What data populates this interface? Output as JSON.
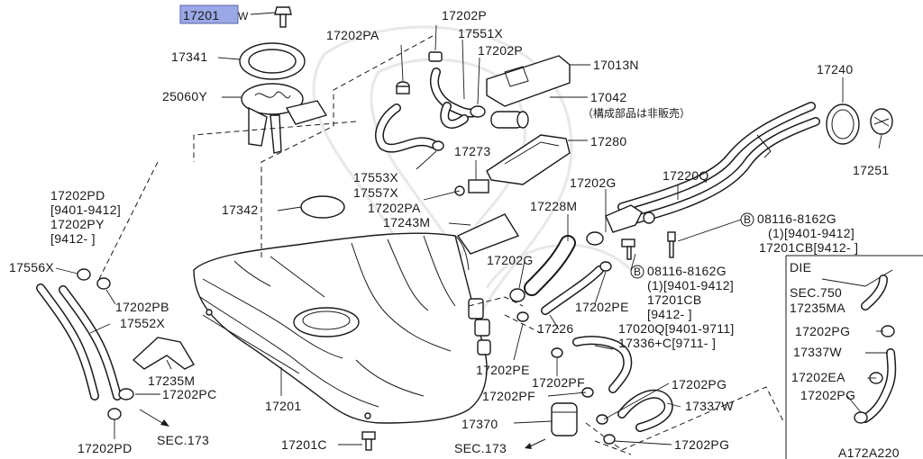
{
  "diagram": {
    "highlight": {
      "text": "17201",
      "color": "#9aa8e6"
    },
    "labels": {
      "l17201W": "17201W",
      "l17341": "17341",
      "l25060Y": "25060Y",
      "l17202PA_top": "17202PA",
      "l17202P_top": "17202P",
      "l17551X": "17551X",
      "l17202P_mid": "17202P",
      "l17013N": "17013N",
      "l17042": "17042",
      "l17042note": "（構成部品は非販売）",
      "l17240": "17240",
      "l17280": "17280",
      "l17273": "17273",
      "l17553X": "17553X",
      "l17557X": "17557X",
      "l17202PA_mid": "17202PA",
      "l17251": "17251",
      "l17220Q": "17220Q",
      "l17202PD_top": "17202PD",
      "l9401_9412_a": "[9401-9412]",
      "l17202PY": "17202PY",
      "l9412_a": "[9412-    ]",
      "l17342": "17342",
      "l17243M": "17243M",
      "l17228M": "17228M",
      "l17202G_top": "17202G",
      "lB1_part": "08116-8162G",
      "lB1_sub1": "(1)[9401-9412]",
      "lB1_sub2": "17201CB[9412-    ]",
      "l17556X": "17556X",
      "l17202PB": "17202PB",
      "l17552X": "17552X",
      "l17202G_mid": "17202G",
      "l17202PE_r": "17202PE",
      "lB2_part": "08116-8162G",
      "lB2_sub1": "(1)[9401-9412]",
      "lB2_sub2": "17201CB",
      "lB2_sub3": "[9412-    ]",
      "lDIE": "DIE",
      "lSEC750": "SEC.750",
      "l17235MA": "17235MA",
      "l17226": "17226",
      "l17020Q": "17020Q[9401-9711]",
      "l17336C": "17336+C[9711-    ]",
      "l17202PG_die1": "17202PG",
      "l17337W_die": "17337W",
      "l17235M": "17235M",
      "l17202PE_l": "17202PE",
      "l17202EA": "17202EA",
      "l17202PC": "17202PC",
      "l17201": "17201",
      "l17202PF_a": "17202PF",
      "l17202PG_mid": "17202PG",
      "l17202PF_b": "17202PF",
      "l17202PG_die2": "17202PG",
      "l17337W": "17337W",
      "l17370": "17370",
      "l17202PD_bot": "17202PD",
      "lSEC173_left": "SEC.173",
      "l17201C": "17201C",
      "lSEC173_bot": "SEC.173",
      "l17202PG_bot": "17202PG",
      "lA172A220": "A172A220",
      "bolt_b": "B"
    }
  }
}
